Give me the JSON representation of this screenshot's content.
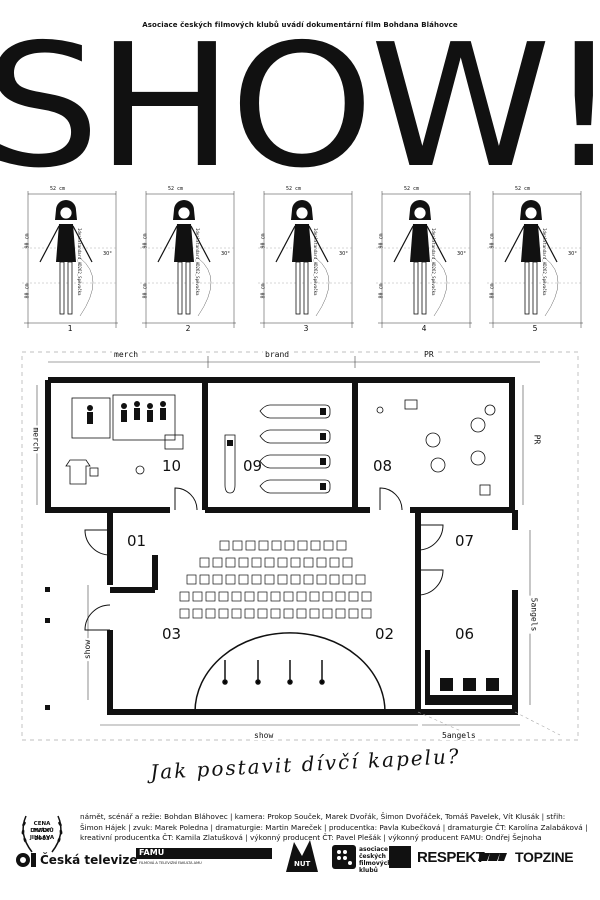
{
  "tagline": "Asociace českých filmových klubů uvádí dokumentární film Bohdana Bláhovce",
  "title": "SHOW!",
  "figures": {
    "width_label": "52 cm",
    "height_labels": [
      "90 cm",
      "80 cm"
    ],
    "angle_label": "30°",
    "vertical_text": "IdealStandard_AD262_Spěvačka",
    "numbers": [
      "1",
      "2",
      "3",
      "4",
      "5"
    ]
  },
  "plan": {
    "top_labels": [
      "merch",
      "brand",
      "PR"
    ],
    "side_left_labels": [
      "merch",
      "show"
    ],
    "side_right_labels": [
      "PR",
      "5angels"
    ],
    "bottom_labels": [
      "show",
      "5angels"
    ],
    "rooms": [
      "10",
      "09",
      "08",
      "01",
      "07",
      "03",
      "02",
      "06"
    ]
  },
  "handwritten": "Jak postavit dívčí kapelu?",
  "laurel": {
    "line1": "CENA DIVÁKŮ",
    "line2": "MFDF JIHLAVA",
    "line3": "2013"
  },
  "credits": "námět, scénář a režie: Bohdan Bláhovec | kamera: Prokop Souček, Marek Dvořák, Šimon Dvořáček, Tomáš Pavelek, Vít Klusák | střih: Šimon Hájek | zvuk: Marek Poledna | dramaturgie: Martin Mareček | producentka: Pavla Kubečková | dramaturgie ČT: Karolína Zalabáková | kreativní producentka ČT: Kamila Zlatušková | výkonný producent ČT: Pavel Plešák | výkonný producent FAMU: Ondřej Šejnoha",
  "logos": {
    "ct": "Česká televize",
    "famu": "FAMU",
    "famu_sub": "FILMOVÁ A TELEVIZNÍ FAKULTA AMU",
    "nut": "NUT",
    "acfk": "asociace českých filmových klubů",
    "respekt": "RESPEKT",
    "topzine": "TOPZINE"
  }
}
